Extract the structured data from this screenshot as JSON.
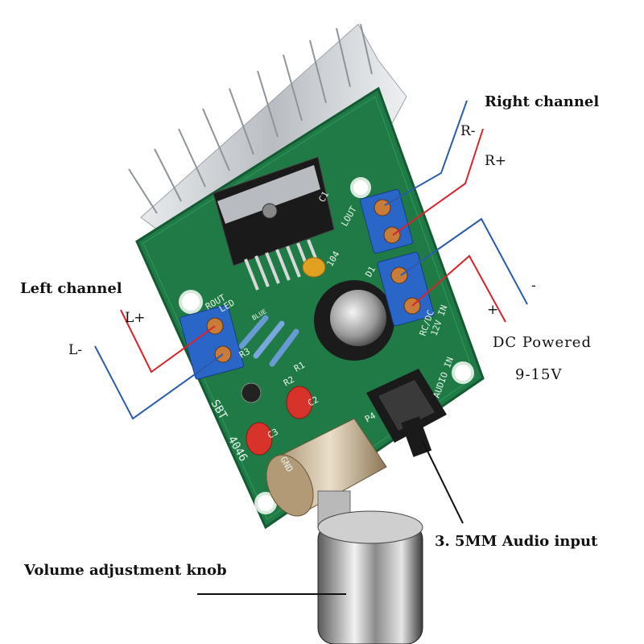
{
  "labels": {
    "right_channel": "Right channel",
    "r_minus": "R-",
    "r_plus": "R+",
    "left_channel": "Left channel",
    "l_plus": "L+",
    "l_minus": "L-",
    "dc_minus": "-",
    "dc_plus": "+",
    "dc_powered": "DC Powered",
    "dc_voltage": "9-15V",
    "audio_input": "3. 5MM Audio input",
    "volume_knob": "Volume adjustment knob"
  },
  "board": {
    "silkscreen_model_1": "SBT",
    "silkscreen_model_2": "4046",
    "silk_lout": "LOUT",
    "silk_rout": "ROUT",
    "silk_led": "LED",
    "silk_blue": "BLUE",
    "silk_c1": "C1",
    "silk_104": "104",
    "silk_r1": "R1",
    "silk_r2": "R2",
    "silk_r3": "R3",
    "silk_c2": "C2",
    "silk_c3": "C3",
    "silk_gnd": "GND",
    "silk_dc": "RC/DC",
    "silk_12v": "12V IN",
    "silk_audio": "AUDIO IN",
    "silk_d1": "D1",
    "silk_p4": "P4"
  },
  "colors": {
    "pcb": "#1f7a45",
    "pcb_dark": "#145a32",
    "terminal_blue": "#2a66c8",
    "wire_red": "#d8232a",
    "wire_blue": "#2a5bab",
    "heatsink": "#c9ccd0",
    "capacitor_red": "#d8332a"
  }
}
